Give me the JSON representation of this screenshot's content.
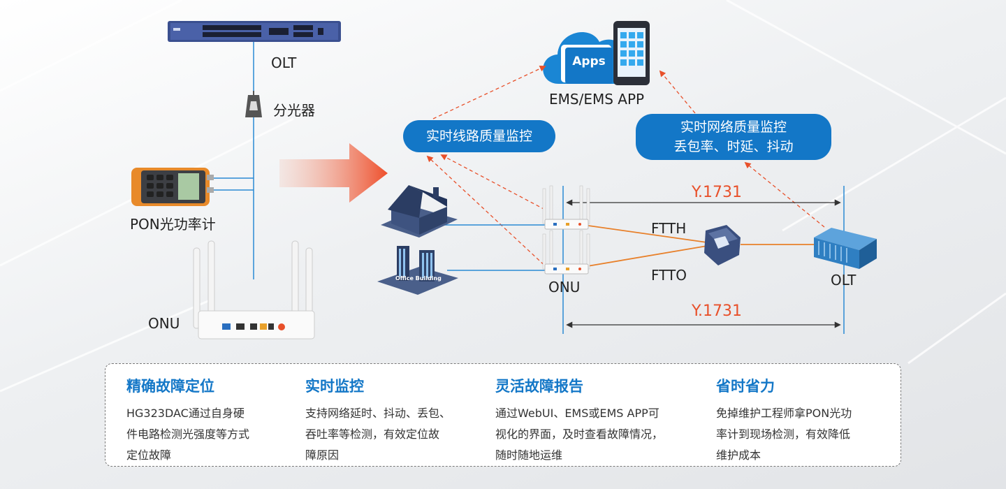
{
  "left": {
    "olt_label": "OLT",
    "splitter_label": "分光器",
    "meter_label": "PON光功率计",
    "onu_label": "ONU"
  },
  "right": {
    "cloud_apps": "Apps",
    "ems_label": "EMS/EMS APP",
    "pill_line": "实时线路质量监控",
    "pill_net_1": "实时网络质量监控",
    "pill_net_2": "丢包率、时延、抖动",
    "y1731_top": "Y.1731",
    "y1731_bottom": "Y.1731",
    "ftth": "FTTH",
    "ftto": "FTTO",
    "onu_label": "ONU",
    "olt_label": "OLT",
    "office_label": "Office Building"
  },
  "features": [
    {
      "title": "精确故障定位",
      "lines": [
        "HG323DAC通过自身硬",
        "件电路检测光强度等方式",
        "定位故障"
      ]
    },
    {
      "title": "实时监控",
      "lines": [
        "支持网络延时、抖动、丢包、",
        "吞吐率等检测，有效定位故",
        "障原因"
      ]
    },
    {
      "title": "灵活故障报告",
      "lines": [
        "通过WebUI、EMS或EMS APP可",
        "视化的界面，及时查看故障情况，",
        "随时随地运维"
      ]
    },
    {
      "title": "省时省力",
      "lines": [
        "免掉维护工程师拿PON光功",
        "率计到现场检测，有效降低",
        "维护成本"
      ]
    }
  ],
  "colors": {
    "accent_blue": "#1377c7",
    "accent_orange": "#e8502a",
    "line_blue": "#2a8ad4"
  }
}
